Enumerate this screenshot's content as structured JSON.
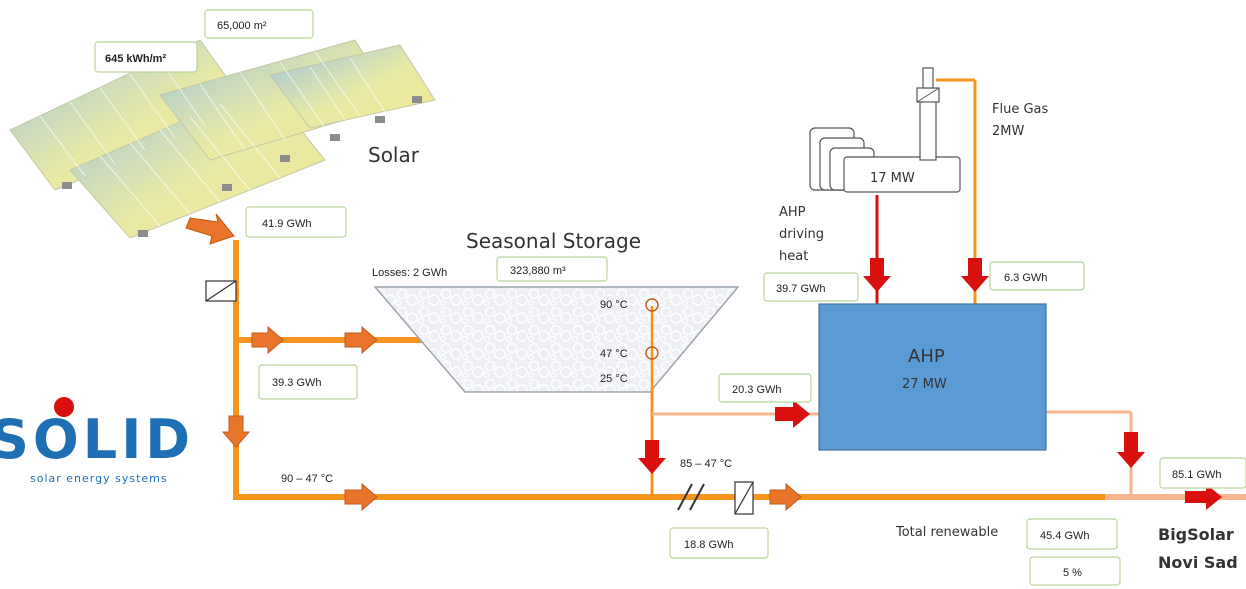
{
  "solar": {
    "area": "65,000 m²",
    "irradiation": "645 kWh/m²",
    "title": "Solar",
    "output": "41.9 GWh"
  },
  "storage": {
    "title": "Seasonal Storage",
    "losses": "Losses: 2 GWh",
    "volume": "323,880 m³",
    "temp_top": "90 °C",
    "temp_mid": "47 °C",
    "temp_bottom": "25 °C",
    "charge": "39.3 GWh",
    "discharge": "20.3 GWh"
  },
  "boiler": {
    "power": "17 MW",
    "flue_gas_line1": "Flue Gas",
    "flue_gas_line2": "2MW",
    "driving_line1": "AHP",
    "driving_line2": "driving",
    "driving_line3": "heat",
    "driving_value": "39.7 GWh",
    "flue_value": "6.3 GWh"
  },
  "ahp": {
    "title": "AHP",
    "power": "27 MW"
  },
  "pipes": {
    "temp_solar": "90 – 47 °C",
    "temp_hex": "85 – 47 °C",
    "direct": "18.8 GWh"
  },
  "output": {
    "total_label": "Total renewable",
    "total_value": "45.4 GWh",
    "share": "5 %",
    "delivered": "85.1 GWh",
    "name_line1": "BigSolar",
    "name_line2": "Novi Sad"
  },
  "logo": {
    "text": "SOLID",
    "tagline": "solar energy systems"
  },
  "colors": {
    "pipe_hot": "#f7941d",
    "pipe_warm": "#f6b58c",
    "arrow_orange": "#e8752a",
    "arrow_red": "#d8100e",
    "ahp_fill": "#5b9bd5",
    "logo_blue": "#1f6fb4",
    "box_border": "#b7d59a"
  }
}
